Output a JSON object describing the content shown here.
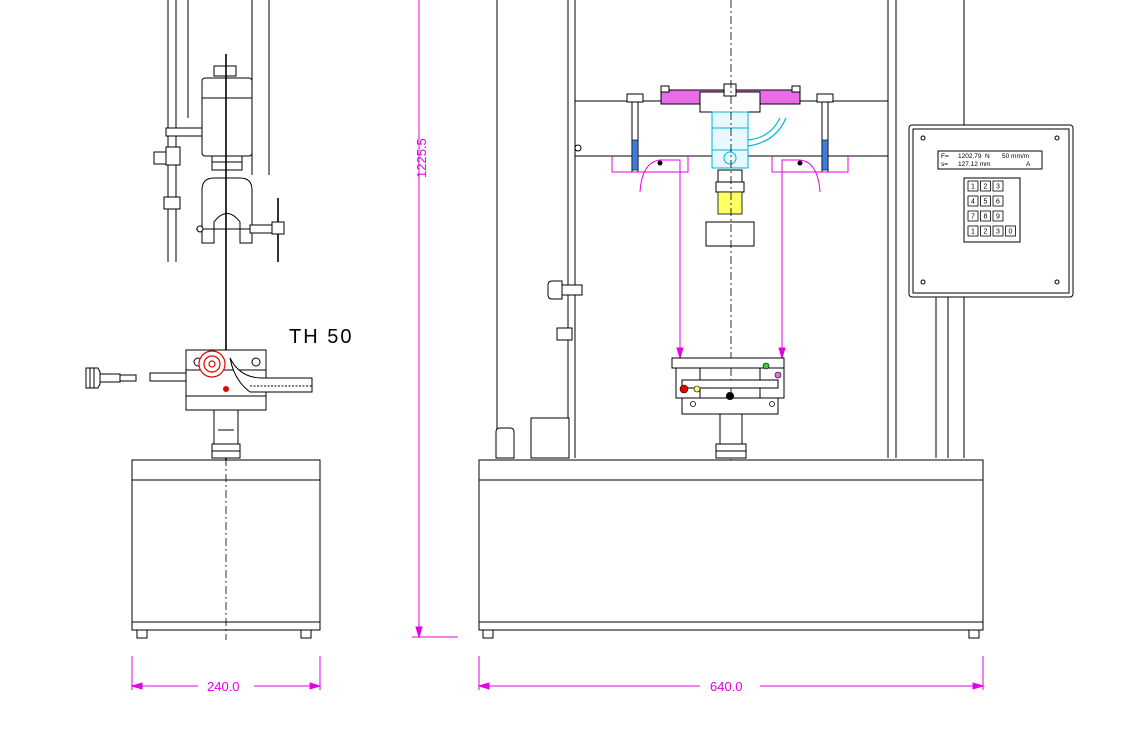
{
  "model_label": "TH 50",
  "dimensions": {
    "height": "1225.5",
    "left_width": "240.0",
    "right_width": "640.0"
  },
  "display": {
    "line1_prefix": "F=",
    "line1_value": "1202.79",
    "line1_unit": "N",
    "line1_speed": "50 mm/m",
    "line2_prefix": "s=",
    "line2_value": "127.12 mm",
    "line2_flag": "A"
  },
  "keypad": {
    "keys": [
      "1",
      "2",
      "3",
      "4",
      "5",
      "6",
      "7",
      "8",
      "9",
      "1",
      "2",
      "3",
      "0"
    ]
  },
  "colors": {
    "line": "#000000",
    "dimension": "#e600e6",
    "accent_blue": "#3c7dd9",
    "accent_cyan": "#00b4d8",
    "accent_yellow": "#ffff66",
    "accent_red": "#e60000",
    "accent_green": "#33cc33"
  }
}
